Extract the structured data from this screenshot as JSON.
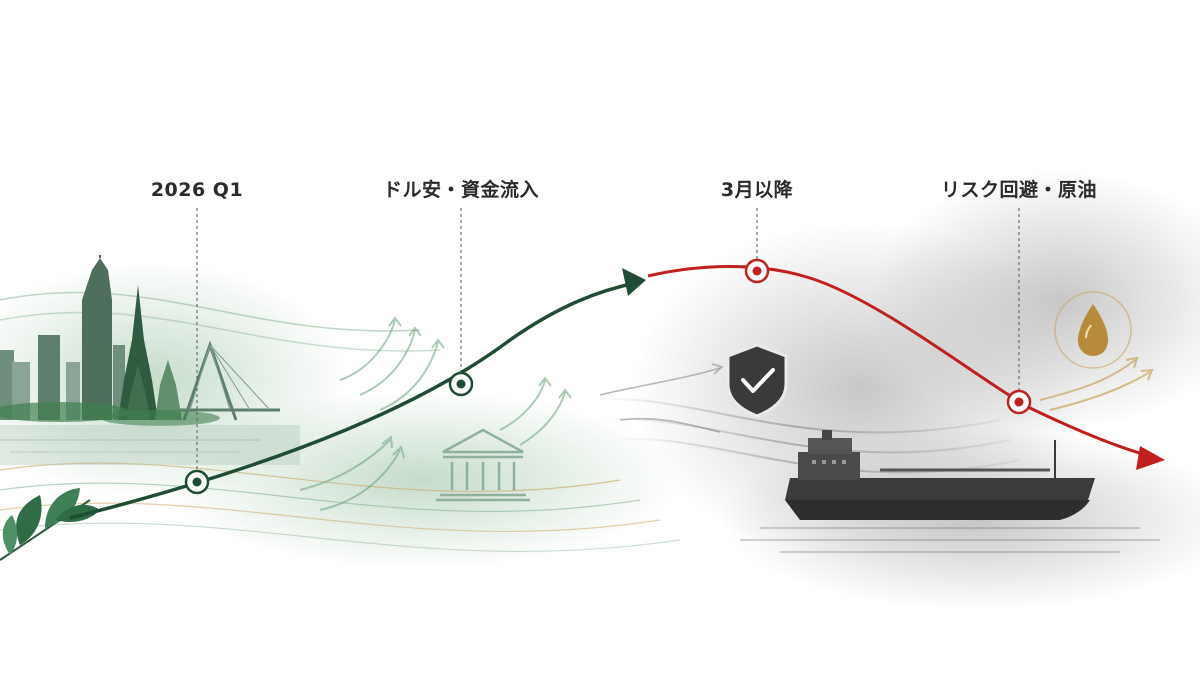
{
  "timeline": {
    "stages": [
      {
        "label": "2026 Q1",
        "phase": "growth"
      },
      {
        "label": "ドル安・資金流入",
        "phase": "growth"
      },
      {
        "label": "3月以降",
        "phase": "reversal"
      },
      {
        "label": "リスク回避・原油",
        "phase": "decline"
      }
    ]
  },
  "colors": {
    "growth": "#1f4d33",
    "decline": "#c0201e",
    "ink": "#2b2b2b",
    "gold": "#c9a45a"
  },
  "icons": [
    "city-skyline-icon",
    "leaf-icon",
    "bank-icon",
    "shield-check-icon",
    "oil-drop-icon",
    "tanker-ship-icon"
  ]
}
